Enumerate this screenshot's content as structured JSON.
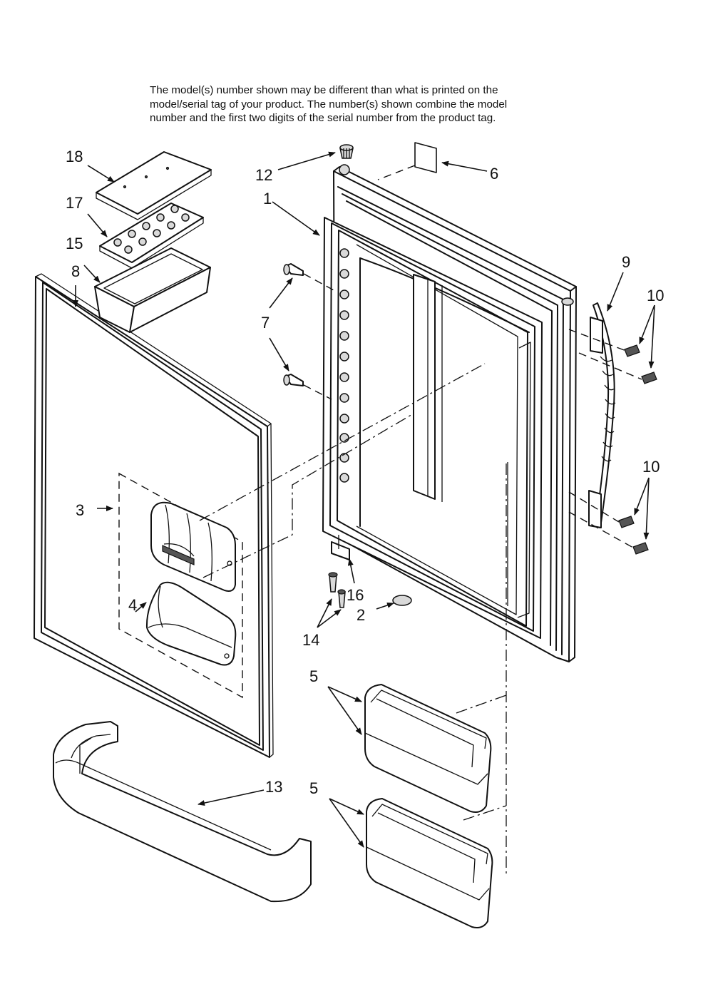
{
  "note": {
    "line1": "The model(s) number shown may be different than what is printed on the",
    "line2": "model/serial tag of your product. The number(s) shown combine the model",
    "line3": "number and the first two digits of the serial number from the product tag."
  },
  "callouts": {
    "c18": "18",
    "c17": "17",
    "c15": "15",
    "c8": "8",
    "c12": "12",
    "c6": "6",
    "c1": "1",
    "c9": "9",
    "c10a": "10",
    "c10b": "10",
    "c7": "7",
    "c3": "3",
    "c4": "4",
    "c16": "16",
    "c2": "2",
    "c14": "14",
    "c5a": "5",
    "c5b": "5",
    "c13": "13"
  }
}
